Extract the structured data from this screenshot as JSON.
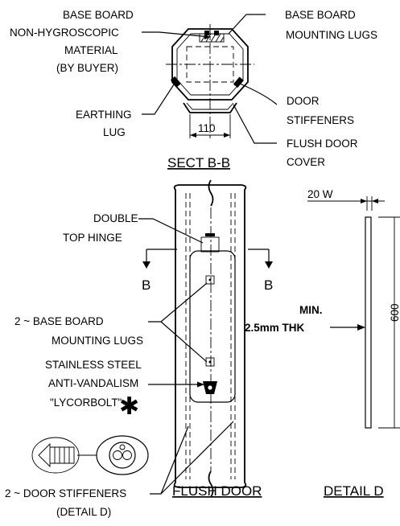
{
  "section_bb": {
    "labels": {
      "base_board_material": [
        "BASE BOARD",
        "NON-HYGROSCOPIC",
        "MATERIAL",
        "(BY BUYER)"
      ],
      "mounting_lugs": [
        "BASE BOARD",
        "MOUNTING LUGS"
      ],
      "earthing_lug": [
        "EARTHING",
        "LUG"
      ],
      "door_stiffeners": [
        "DOOR",
        "STIFFENERS"
      ],
      "flush_door_cover": [
        "FLUSH DOOR",
        "COVER"
      ]
    },
    "dimension": "110",
    "title": "SECT B-B"
  },
  "flush_door": {
    "labels": {
      "double_top_hinge": [
        "DOUBLE",
        "TOP HINGE"
      ],
      "mounting_lugs": [
        "2 ~ BASE BOARD",
        "MOUNTING LUGS"
      ],
      "lycorbolt": [
        "STAINLESS STEEL",
        "ANTI-VANDALISM",
        "\"LYCORBOLT\""
      ],
      "door_stiffeners": [
        "2 ~ DOOR STIFFENERS",
        "(DETAIL D)"
      ]
    },
    "section_marks": [
      "B",
      "B"
    ],
    "asterisk": "✱",
    "title": "FLUSH DOOR"
  },
  "detail_d": {
    "width_label": "20  W",
    "thickness_label": [
      "MIN.",
      "2.5mm THK"
    ],
    "length_label": "600",
    "title": "DETAIL D"
  }
}
